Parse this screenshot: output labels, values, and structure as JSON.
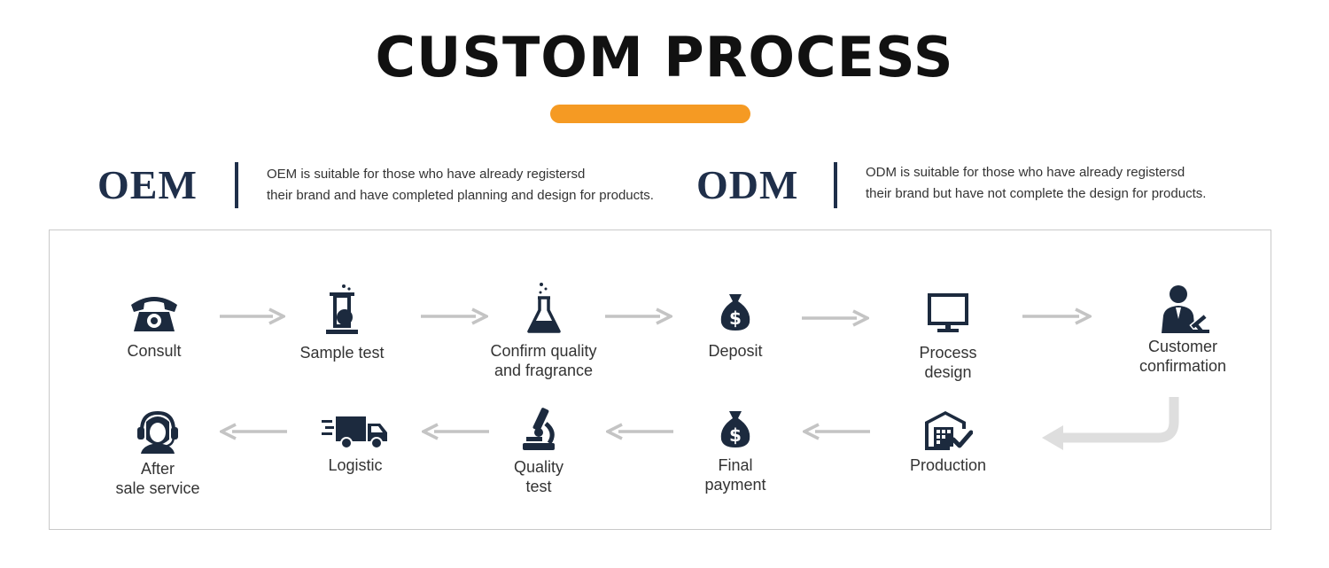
{
  "header": {
    "title": "CUSTOM PROCESS"
  },
  "definitions": [
    {
      "name": "OEM",
      "lines": [
        "OEM is suitable for those who have already registersd",
        "their brand and have completed planning and design for products."
      ]
    },
    {
      "name": "ODM",
      "lines": [
        "ODM is suitable for those who have already registersd",
        "their brand but have not complete the design for products."
      ]
    }
  ],
  "steps": [
    {
      "icon": "telephone-icon",
      "label": [
        "Consult"
      ]
    },
    {
      "icon": "beaker-icon",
      "label": [
        "Sample test"
      ]
    },
    {
      "icon": "flask-icon",
      "label": [
        "Confirm quality",
        "and fragrance"
      ]
    },
    {
      "icon": "money-bag-icon",
      "label": [
        "Deposit"
      ]
    },
    {
      "icon": "monitor-icon",
      "label": [
        "Process",
        "design"
      ]
    },
    {
      "icon": "judge-gavel-icon",
      "label": [
        "Customer",
        "confirmation"
      ]
    },
    {
      "icon": "warehouse-check-icon",
      "label": [
        "Production"
      ]
    },
    {
      "icon": "money-bag-icon",
      "label": [
        "Final",
        "payment"
      ]
    },
    {
      "icon": "microscope-icon",
      "label": [
        "Quality",
        "test"
      ]
    },
    {
      "icon": "truck-icon",
      "label": [
        "Logistic"
      ]
    },
    {
      "icon": "headset-agent-icon",
      "label": [
        "After",
        "sale service"
      ]
    }
  ],
  "colors": {
    "accent": "#f59a23",
    "heading": "#1f2f4a",
    "icon": "#1c2a3e",
    "arrow": "#c4c4c4"
  }
}
